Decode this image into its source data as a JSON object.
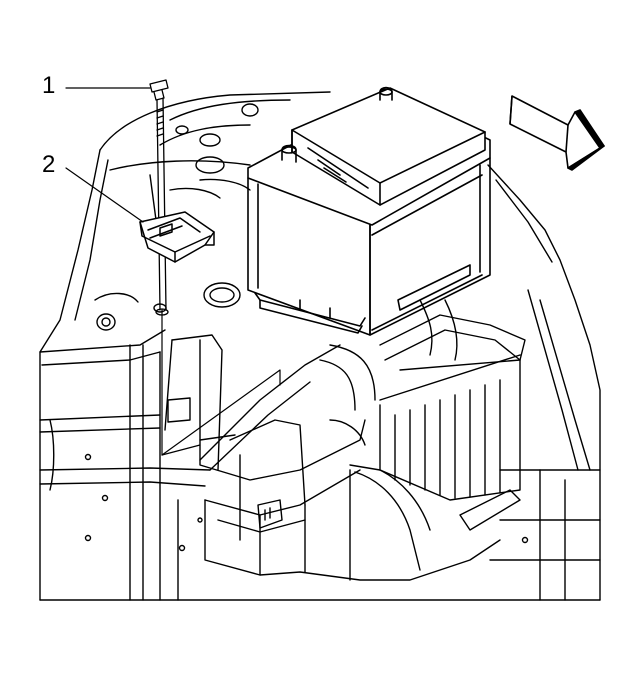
{
  "callouts": [
    {
      "id": "1",
      "text": "1"
    },
    {
      "id": "2",
      "text": "2"
    }
  ],
  "direction_arrow": {
    "icon": "forward-direction-arrow-icon"
  },
  "colors": {
    "line": "#000000",
    "background": "#ffffff"
  }
}
